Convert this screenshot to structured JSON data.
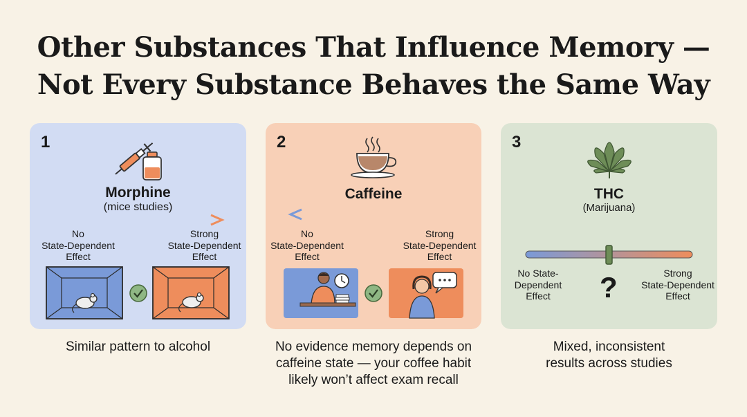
{
  "title": {
    "line1": "Other Substances That Influence Memory —",
    "line2": "Not Every Substance Behaves the Same Way"
  },
  "cards": [
    {
      "number": "1",
      "name": "Morphine",
      "subtitle": "(mice studies)",
      "left_label": [
        "No",
        "State-Dependent",
        "Effect"
      ],
      "right_label": [
        "Strong",
        "State-Dependent",
        "Effect"
      ],
      "icon": "syringe-and-vial-icon",
      "caption": [
        "Similar pattern to alcohol"
      ],
      "bg_color": "#d2dcf3",
      "arrow_direction": "right"
    },
    {
      "number": "2",
      "name": "Caffeine",
      "subtitle": "",
      "left_label": [
        "No",
        "State-Dependent",
        "Effect"
      ],
      "right_label": [
        "Strong",
        "State-Dependent",
        "Effect"
      ],
      "icon": "coffee-cup-icon",
      "caption": [
        "No evidence memory depends on",
        "caffeine state — your coffee habit",
        "likely won’t affect exam recall"
      ],
      "bg_color": "#f8d0b7",
      "arrow_direction": "left"
    },
    {
      "number": "3",
      "name": "THC",
      "subtitle": "(Marijuana)",
      "left_label": [
        "No State-",
        "Dependent",
        "Effect"
      ],
      "right_label": [
        "Strong",
        "State-Dependent",
        "Effect"
      ],
      "unknown_mark": "?",
      "icon": "cannabis-leaf-icon",
      "caption": [
        "Mixed, inconsistent",
        "results across studies"
      ],
      "bg_color": "#dbe4d3",
      "slider_position": 0.5
    }
  ],
  "colors": {
    "blue": "#7a9ad8",
    "orange": "#ee8d5c",
    "check_green": "#5c8a4e",
    "thc_leaf": "#6e8d58"
  }
}
